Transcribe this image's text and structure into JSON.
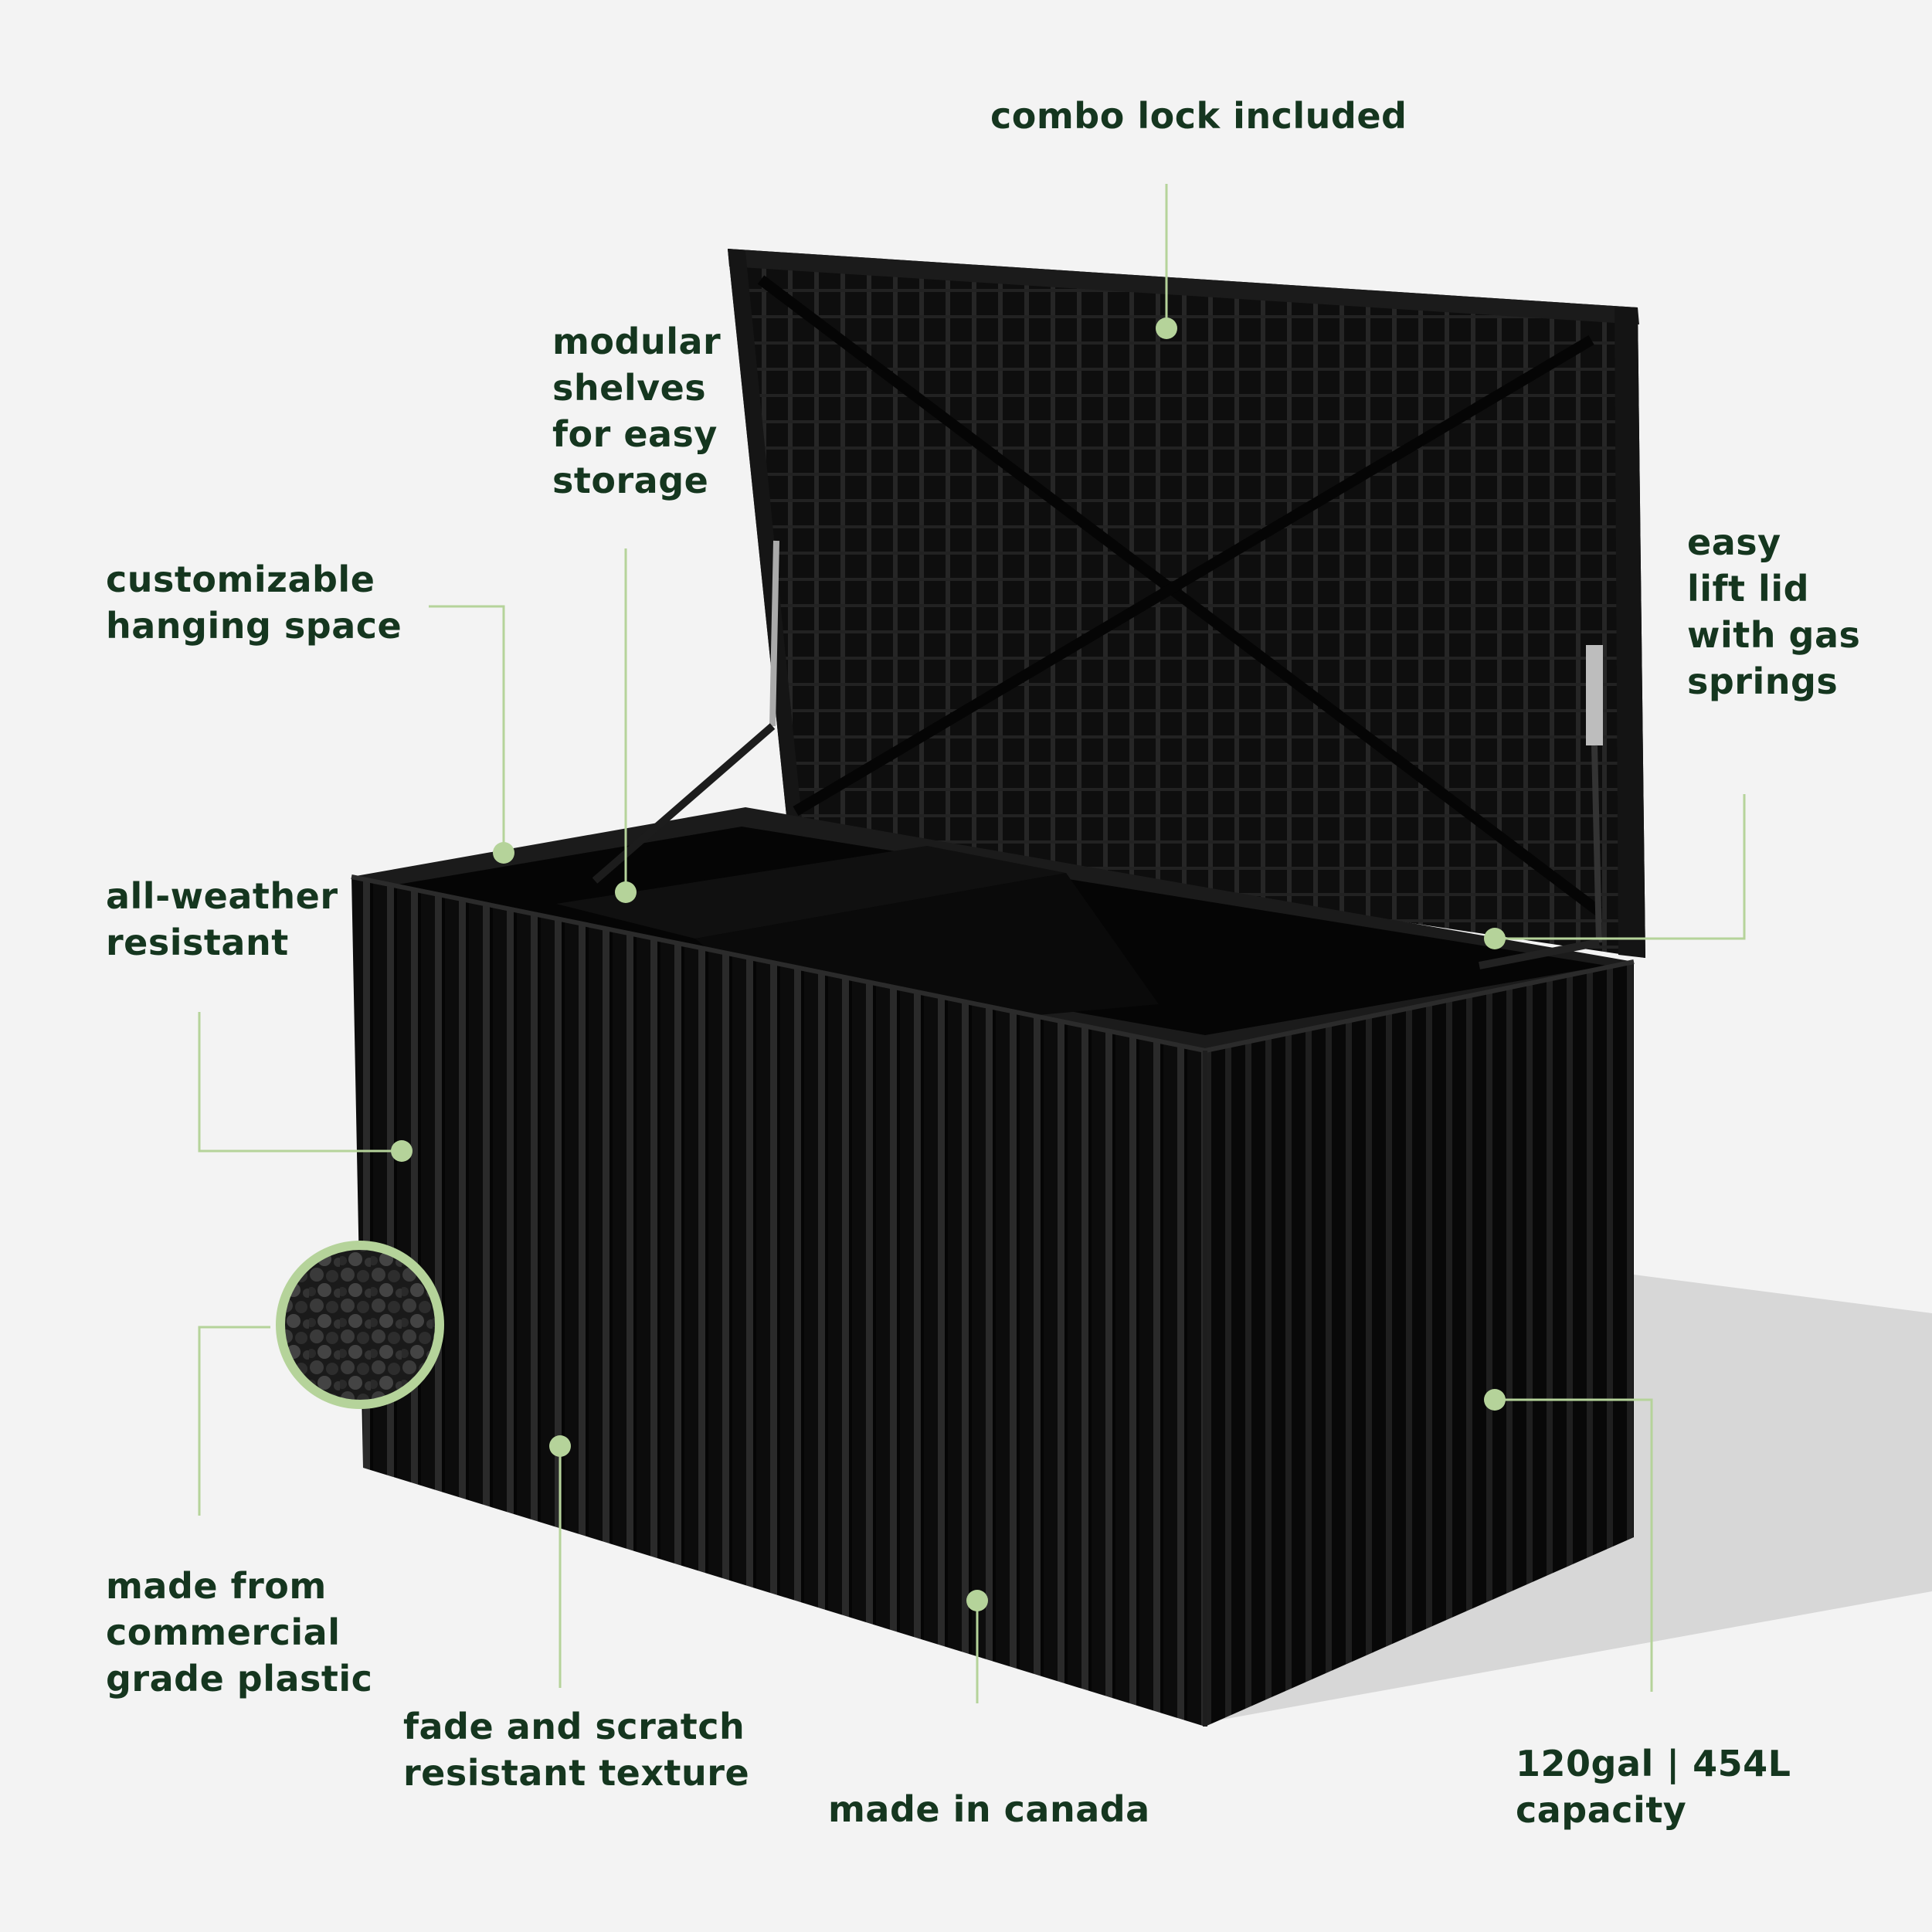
{
  "colors": {
    "background": "#f3f3f3",
    "text": "#15361f",
    "accent": "#b5d39a",
    "product": "#0d0d0d"
  },
  "product_image": {
    "subject": "black slatted deck storage box with open lid",
    "texture_inset": "black pellet texture close-up"
  },
  "callouts": [
    {
      "id": "combo-lock",
      "lines": [
        "combo lock included"
      ]
    },
    {
      "id": "modular-shelves",
      "lines": [
        "modular",
        "shelves",
        "for easy",
        "storage"
      ]
    },
    {
      "id": "hanging-space",
      "lines": [
        "customizable",
        "hanging space"
      ]
    },
    {
      "id": "easy-lift",
      "lines": [
        "easy",
        "lift lid",
        "with gas",
        "springs"
      ]
    },
    {
      "id": "all-weather",
      "lines": [
        "all-weather",
        "resistant"
      ]
    },
    {
      "id": "commercial-plastic",
      "lines": [
        "made from",
        "commercial",
        "grade plastic"
      ]
    },
    {
      "id": "fade-scratch",
      "lines": [
        "fade and scratch",
        "resistant texture"
      ]
    },
    {
      "id": "made-in-canada",
      "lines": [
        "made in canada"
      ]
    },
    {
      "id": "capacity",
      "lines": [
        "120gal | 454L",
        "capacity"
      ]
    }
  ]
}
